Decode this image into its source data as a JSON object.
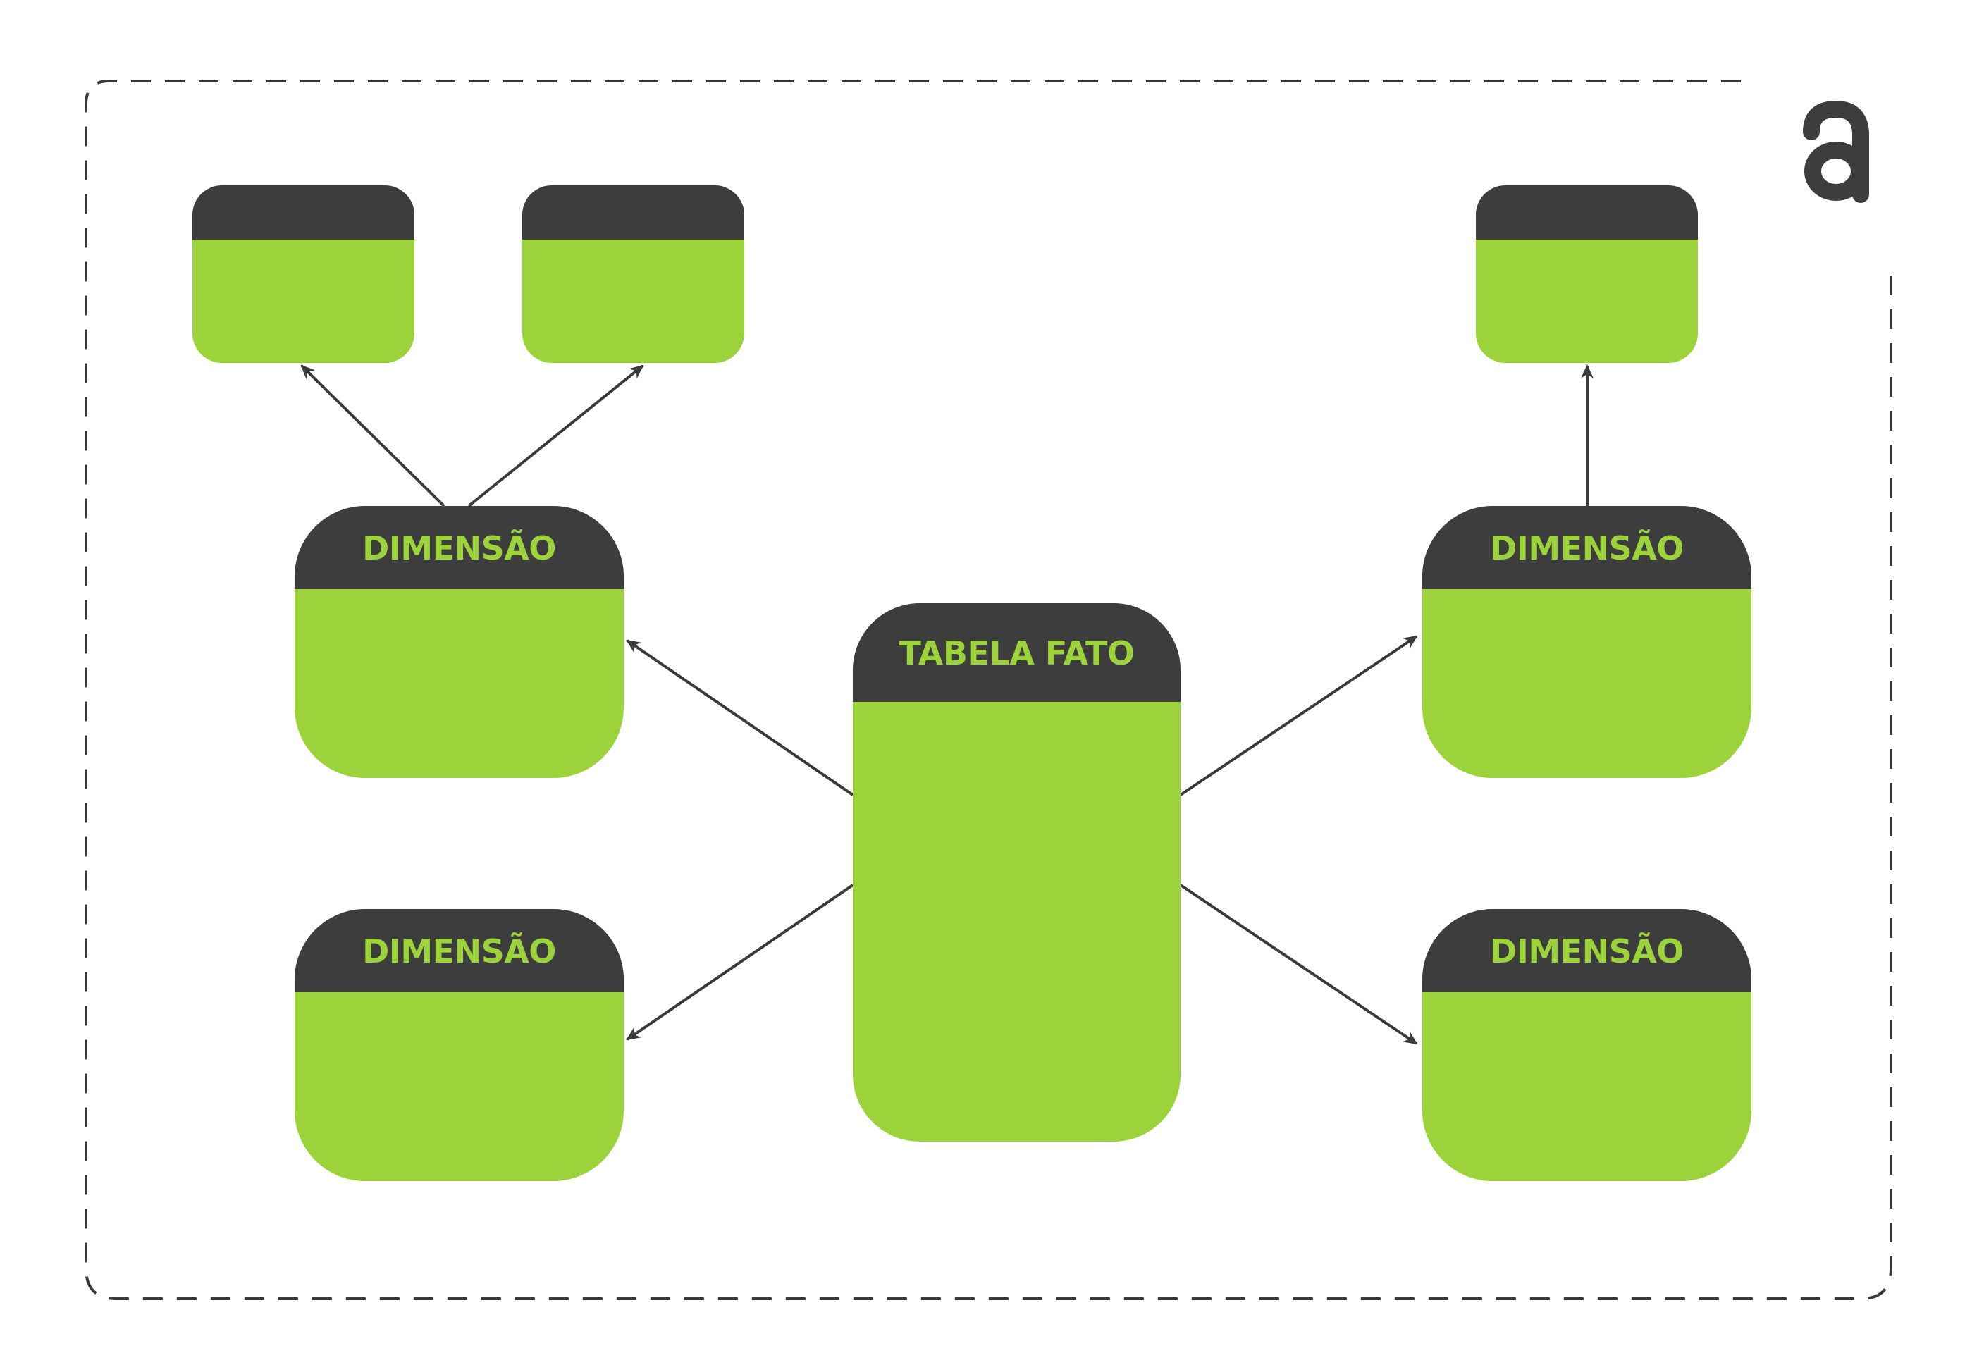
{
  "colors": {
    "background": "#ffffff",
    "node_body": "#9cd33b",
    "node_header": "#3d3d3d",
    "title_text": "#9cd33b",
    "edge": "#3a3a3a",
    "border_dash": "#3a3a3a",
    "logo": "#3d3d3d"
  },
  "logo": {
    "glyph": "a"
  },
  "nodes": {
    "fact": {
      "title": "TABELA FATO"
    },
    "dim_top_left": {
      "title": "DIMENSÃO"
    },
    "dim_bottom_left": {
      "title": "DIMENSÃO"
    },
    "dim_top_right": {
      "title": "DIMENSÃO"
    },
    "dim_bottom_right": {
      "title": "DIMENSÃO"
    },
    "sub_left_1": {
      "title": ""
    },
    "sub_left_2": {
      "title": ""
    },
    "sub_right": {
      "title": ""
    }
  },
  "edges": [
    {
      "from": "fact",
      "to": "dim_top_left"
    },
    {
      "from": "fact",
      "to": "dim_bottom_left"
    },
    {
      "from": "fact",
      "to": "dim_top_right"
    },
    {
      "from": "fact",
      "to": "dim_bottom_right"
    },
    {
      "from": "dim_top_left",
      "to": "sub_left_1"
    },
    {
      "from": "dim_top_left",
      "to": "sub_left_2"
    },
    {
      "from": "dim_top_right",
      "to": "sub_right"
    }
  ]
}
